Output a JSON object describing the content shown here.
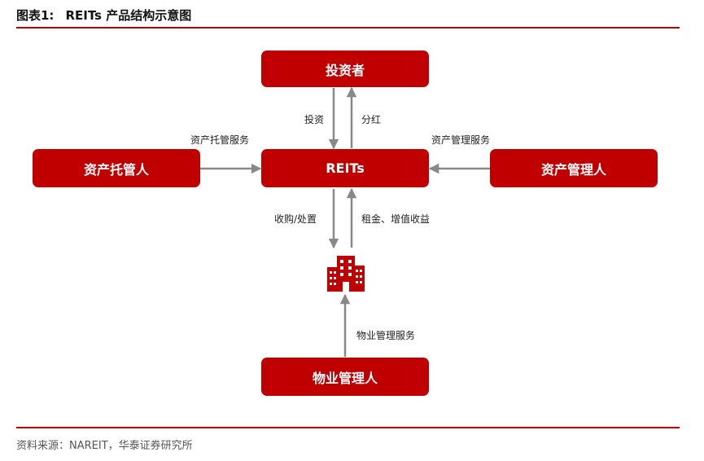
{
  "title": {
    "figure_no": "图表1:",
    "text": "REITs 产品结构示意图"
  },
  "nodes": {
    "investor": "投资者",
    "reits": "REITs",
    "custodian": "资产托管人",
    "asset_manager": "资产管理人",
    "property_manager": "物业管理人"
  },
  "edges": {
    "invest": "投资",
    "dividend": "分红",
    "custody_service": "资产托管服务",
    "asset_mgmt_service": "资产管理服务",
    "acquire_dispose": "收购/处置",
    "rent_appreciation": "租金、增值收益",
    "property_mgmt_service": "物业管理服务"
  },
  "colors": {
    "accent": "#c00000",
    "arrow": "#888888"
  },
  "icons": {
    "property": "building-icon"
  },
  "source": "资料来源：NAREIT，华泰证券研究所"
}
